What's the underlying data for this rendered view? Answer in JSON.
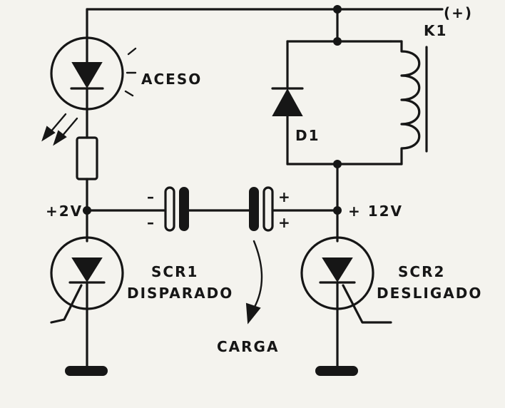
{
  "labels": {
    "plus_supply": "(+)",
    "relay": "K1",
    "lamp_state": "ACESO",
    "diode": "D1",
    "node_left_voltage": "+2V",
    "node_right_voltage": "+ 12V",
    "scr1_name": "SCR1",
    "scr1_state": "DISPARADO",
    "scr2_name": "SCR2",
    "scr2_state": "DESLIGADO",
    "charge": "CARGA",
    "cap_left_polarity_top": "–",
    "cap_left_polarity_bottom": "–",
    "cap_right_polarity_top": "+",
    "cap_right_polarity_bottom": "+"
  },
  "colors": {
    "ink": "#161616",
    "paper": "#f4f3ee"
  },
  "icons": {
    "lamp": "led-in-circle-icon",
    "resistor": "resistor-icon",
    "capacitor": "electrolytic-capacitor-icon",
    "diode": "diode-icon",
    "coil": "relay-coil-icon",
    "scr": "scr-thyristor-icon",
    "ground": "ground-bar-icon"
  }
}
